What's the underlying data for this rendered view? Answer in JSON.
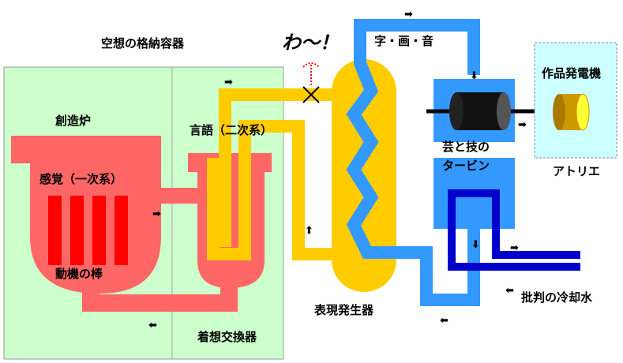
{
  "labels": {
    "containment": "空想の格納容器",
    "reactor": "創造炉",
    "primary": "感覚（一次系）",
    "rods": "動機の棒",
    "secondary": "言語（二次系）",
    "heat_exchanger": "着想交換器",
    "generator": "表現発生器",
    "steam": "字・画・音",
    "turbine_line1": "芸と技の",
    "turbine_line2": "タービン",
    "dynamo": "作品発電機",
    "atelier": "アトリエ",
    "coolant": "批判の冷却水",
    "exclaim": "わ〜！"
  },
  "colors": {
    "containment_fill": "#ccffcc",
    "reactor": "#ff6666",
    "rods": "#ff0000",
    "secondary_pipe": "#ffcc00",
    "steam_pipe": "#3399ff",
    "coolant_pipe": "#0000cc",
    "turbine_box": "#3399ff",
    "atelier_fill": "#ccffff",
    "leak": "#ff0000"
  },
  "arrows": {
    "right": "➡",
    "left": "⬅",
    "up": "⬆",
    "down": "⬇"
  }
}
